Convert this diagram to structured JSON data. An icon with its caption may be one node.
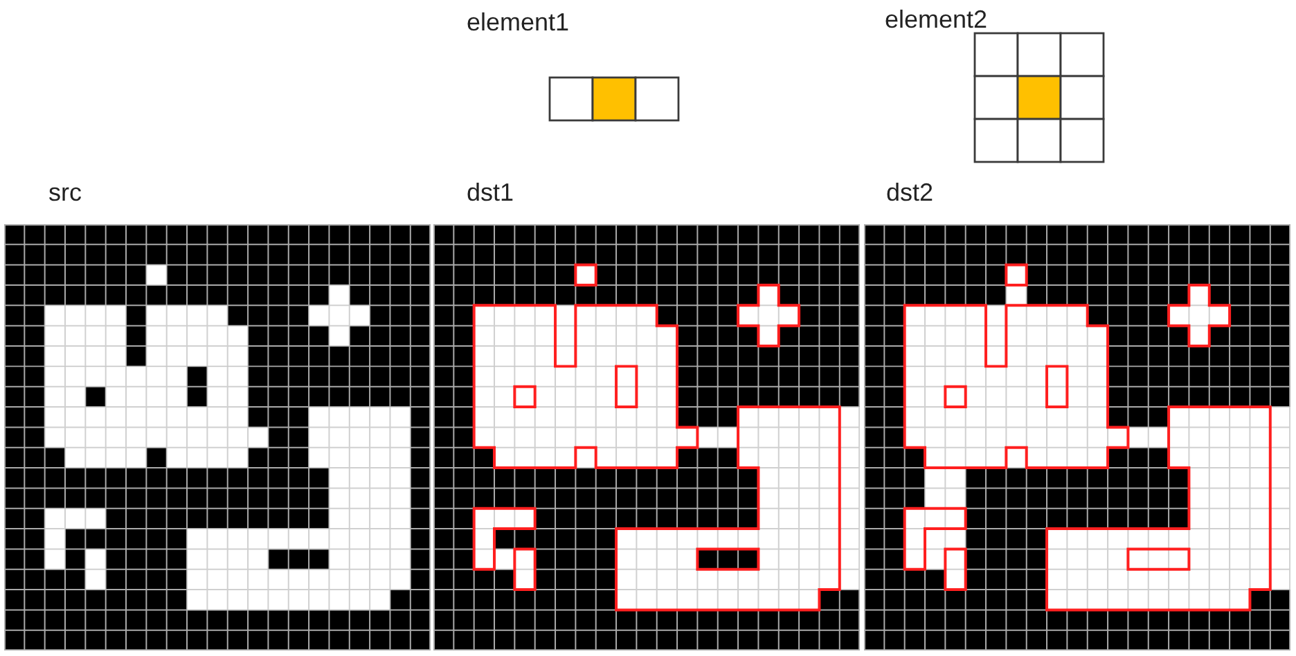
{
  "diagram": {
    "labels": [
      "element1",
      "element2",
      "src",
      "dst1",
      "dst2"
    ]
  }
}
